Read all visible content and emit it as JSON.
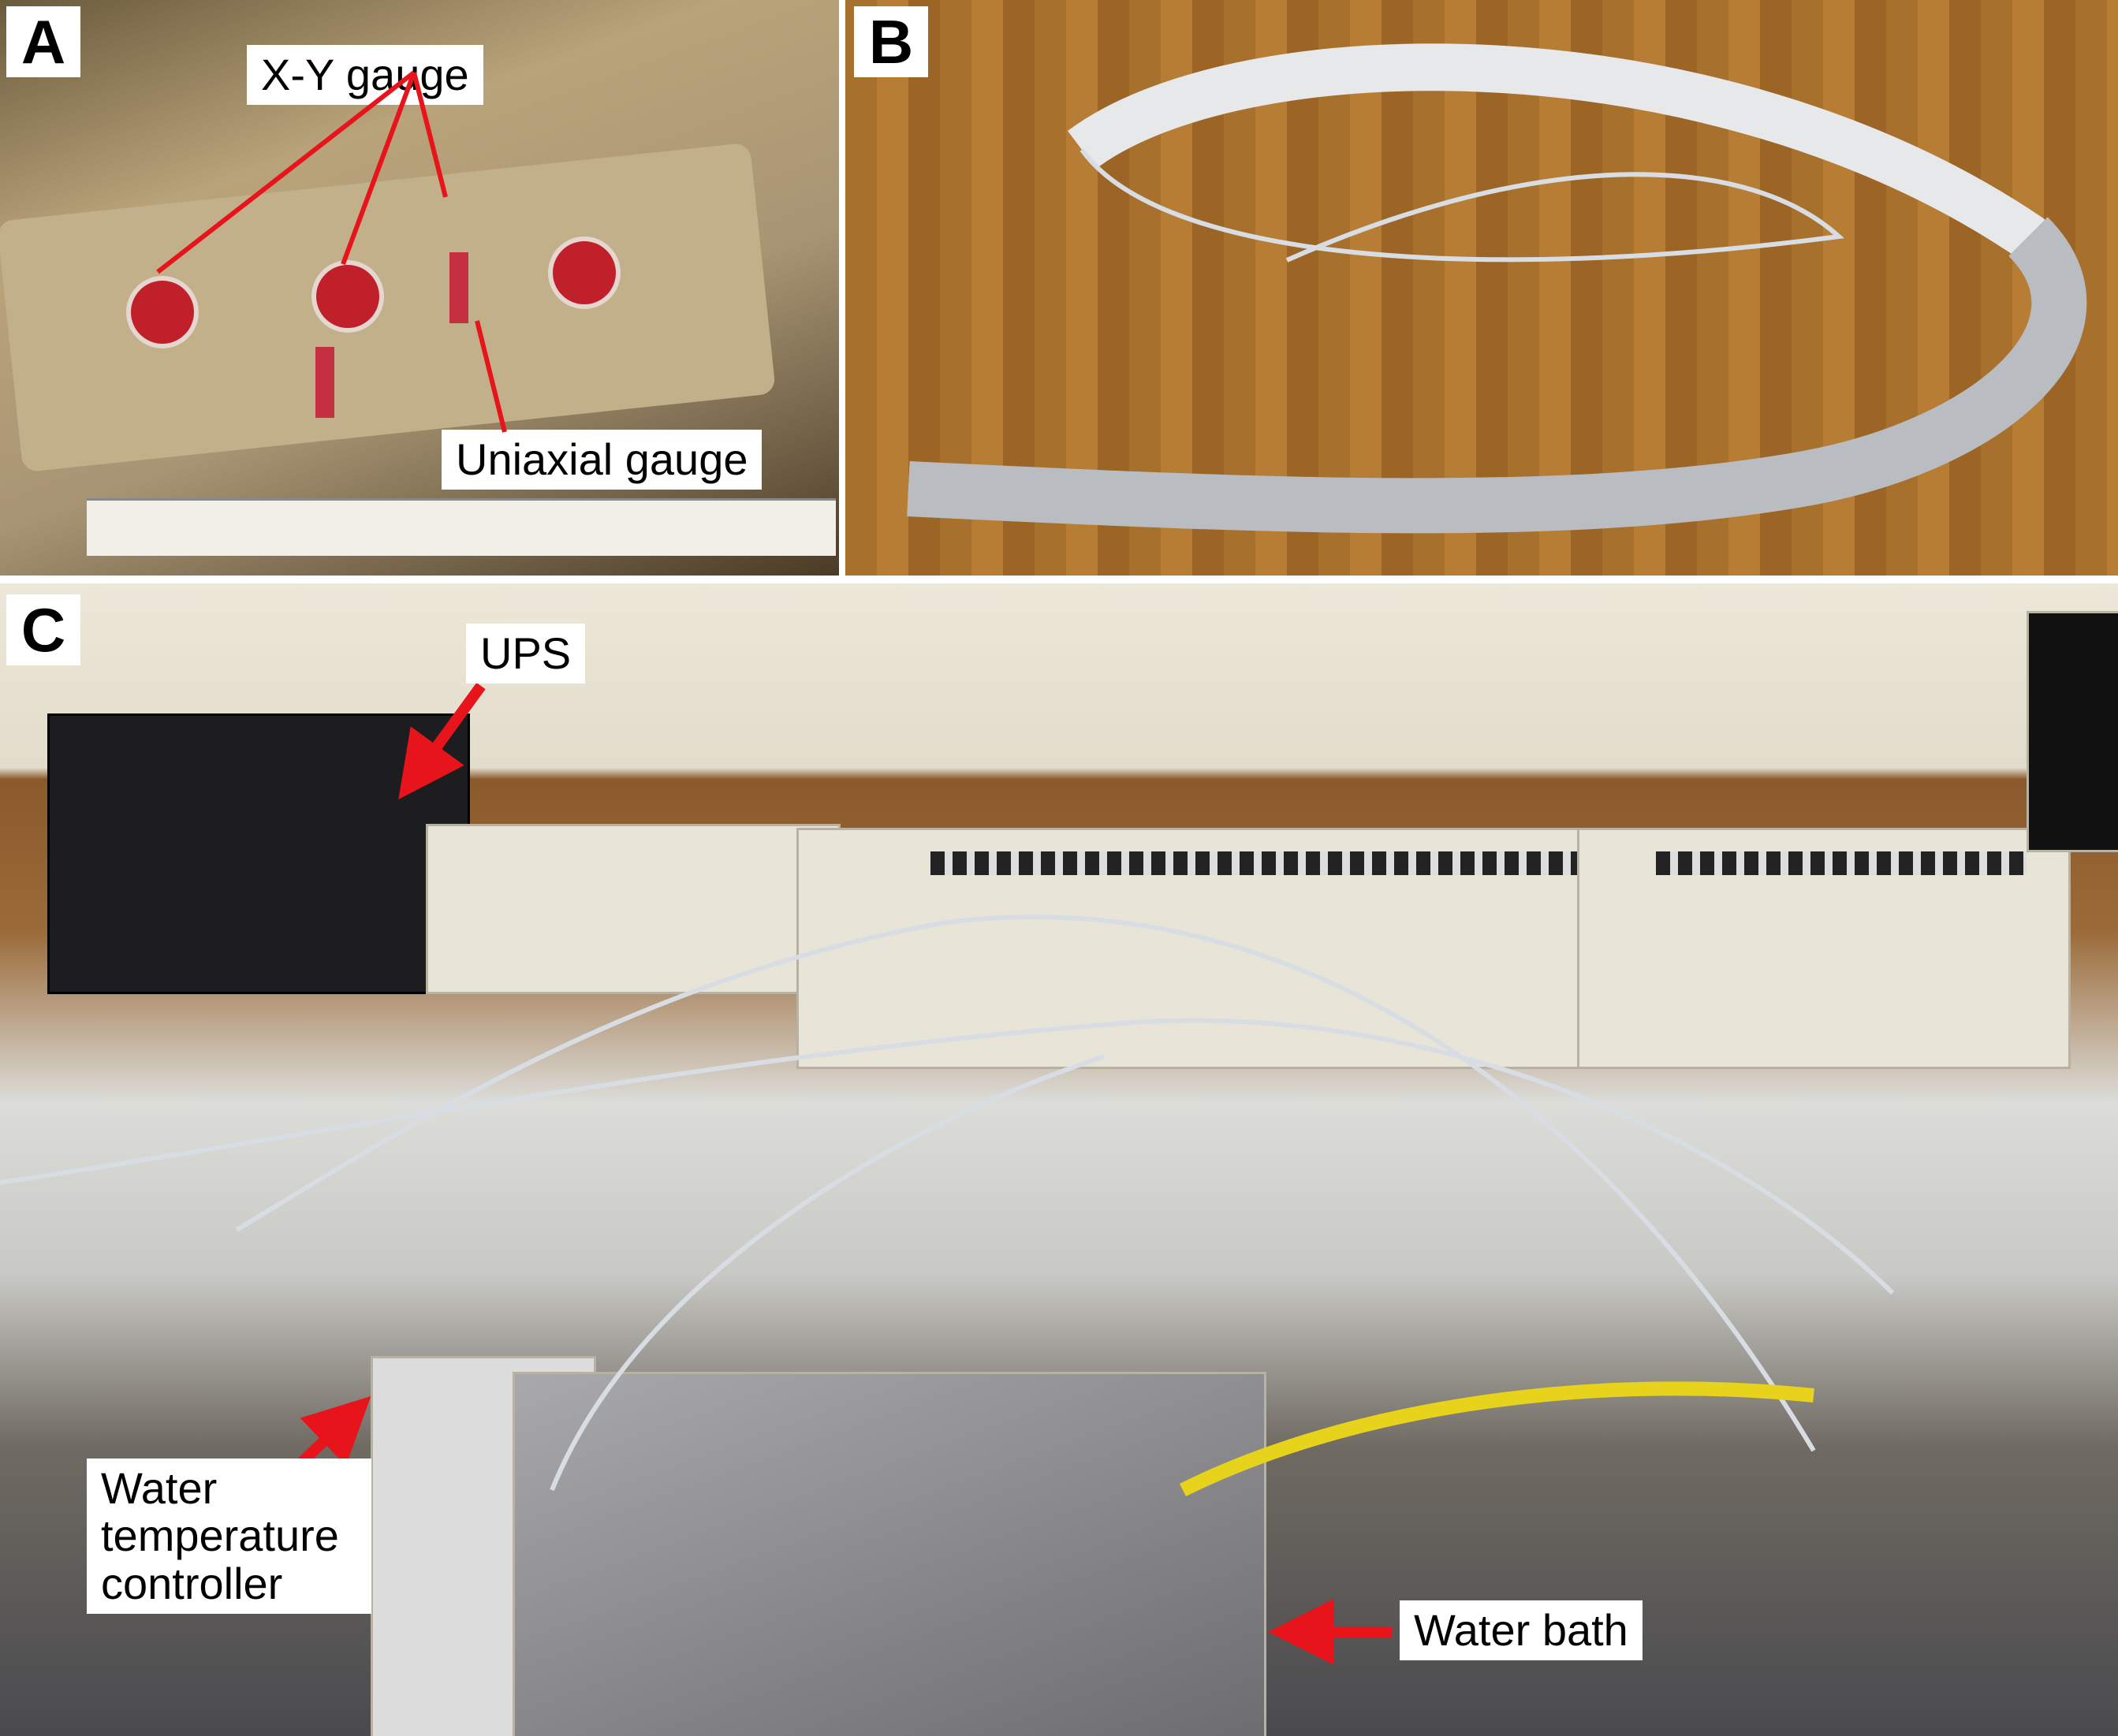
{
  "panels": [
    {
      "letter": "A",
      "labels": {
        "xy_gauge": "X-Y gauge",
        "uniaxial_gauge": "Uniaxial gauge"
      }
    },
    {
      "letter": "B"
    },
    {
      "letter": "C",
      "labels": {
        "ups": "UPS",
        "water_temperature_controller": "Water temperature controller",
        "water_bath": "Water bath"
      }
    }
  ],
  "colors": {
    "arrow": "#e8141c",
    "label_bg": "#ffffff"
  }
}
